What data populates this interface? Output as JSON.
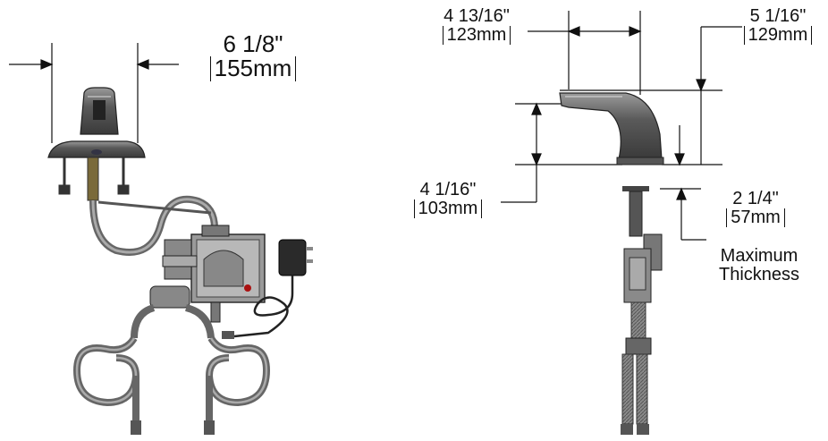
{
  "front_view": {
    "width": {
      "imperial": "6 1/8\"",
      "metric": "155mm"
    }
  },
  "side_view": {
    "reach": {
      "imperial": "4 13/16\"",
      "metric": "123mm"
    },
    "overall_height": {
      "imperial": "5 1/16\"",
      "metric": "129mm"
    },
    "spout_height": {
      "imperial": "4 1/16\"",
      "metric": "103mm"
    },
    "deck_thickness": {
      "imperial": "2 1/4\"",
      "metric": "57mm"
    },
    "thickness_note_line1": "Maximum",
    "thickness_note_line2": "Thickness"
  }
}
